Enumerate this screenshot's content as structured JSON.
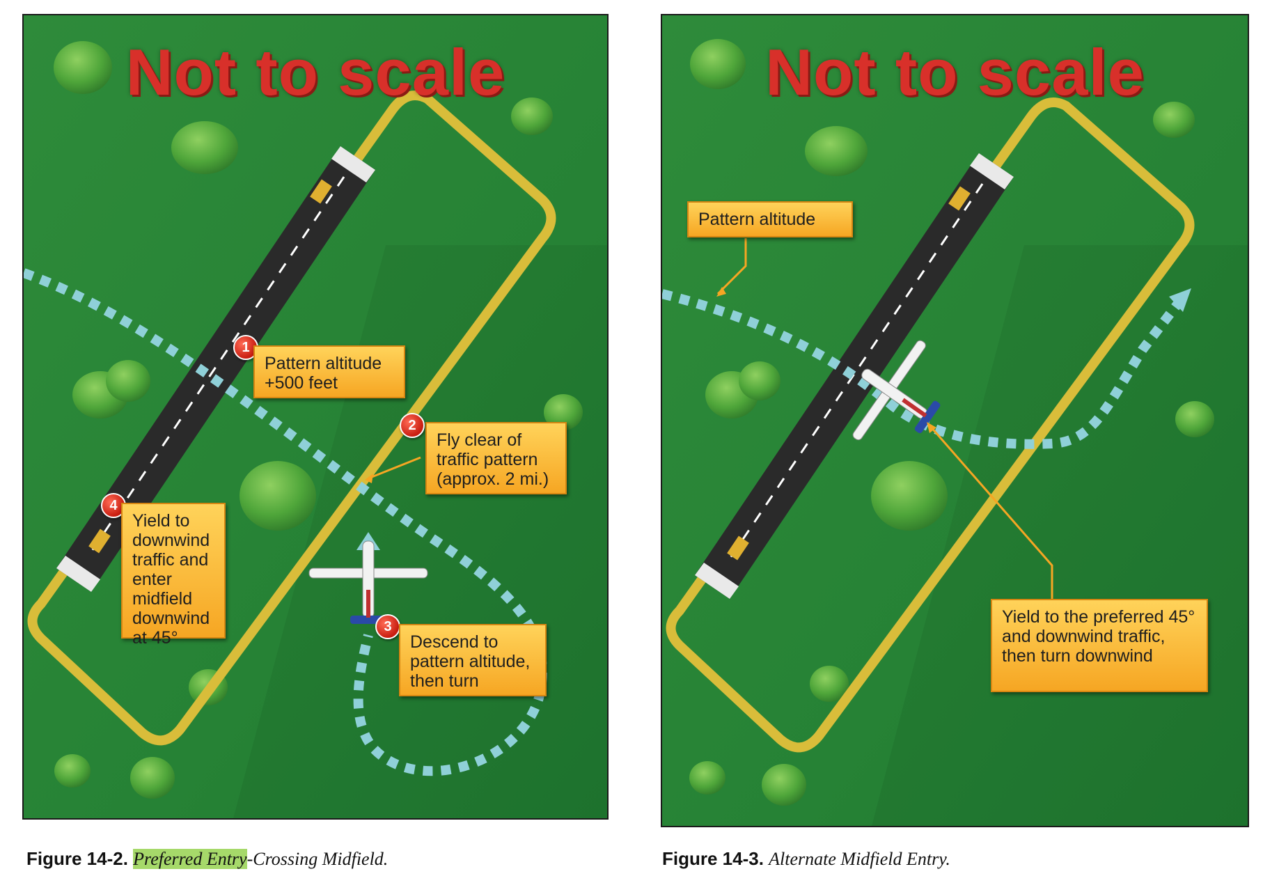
{
  "left_panel": {
    "title": "Not to scale",
    "callouts": [
      {
        "number": "1",
        "text": "Pattern altitude +500 feet"
      },
      {
        "number": "2",
        "text": "Fly clear of traffic pattern (approx. 2 mi.)"
      },
      {
        "number": "3",
        "text": "Descend to pattern altitude, then turn"
      },
      {
        "number": "4",
        "text": "Yield to downwind traffic and enter midfield downwind at 45°"
      }
    ]
  },
  "right_panel": {
    "title": "Not to scale",
    "callouts": [
      {
        "text": "Pattern altitude"
      },
      {
        "text": "Yield to the preferred 45° and downwind traffic, then turn downwind"
      }
    ]
  },
  "captions": {
    "left": {
      "figure": "Figure 14-2.",
      "highlight": "Preferred Entry",
      "rest": "-Crossing Midfield."
    },
    "right": {
      "figure": "Figure 14-3.",
      "text": "Alternate Midfield Entry."
    }
  },
  "colors": {
    "grass": "#2f8a3a",
    "pattern_line": "#e0c23a",
    "flight_path": "#8fd0d8",
    "runway": "#2a2a2a",
    "callout": "#f6a623",
    "title": "#d8302a"
  },
  "icons": [
    "tree-icon",
    "airplane-icon",
    "runway-icon",
    "arrow-icon"
  ]
}
